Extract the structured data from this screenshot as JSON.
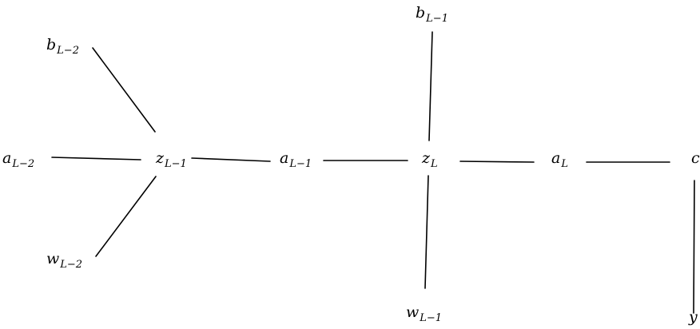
{
  "nodes": [
    {
      "id": "b_Lm2",
      "var": "b",
      "sub": "L−2"
    },
    {
      "id": "a_Lm2",
      "var": "a",
      "sub": "L−2"
    },
    {
      "id": "w_Lm2",
      "var": "w",
      "sub": "L−2"
    },
    {
      "id": "z_Lm1",
      "var": "z",
      "sub": "L−1"
    },
    {
      "id": "a_Lm1",
      "var": "a",
      "sub": "L−1"
    },
    {
      "id": "b_Lm1",
      "var": "b",
      "sub": "L−1"
    },
    {
      "id": "z_L",
      "var": "z",
      "sub": "L"
    },
    {
      "id": "w_Lm1",
      "var": "w",
      "sub": "L−1"
    },
    {
      "id": "a_L",
      "var": "a",
      "sub": "L"
    },
    {
      "id": "c",
      "var": "c",
      "sub": ""
    },
    {
      "id": "y",
      "var": "y",
      "sub": ""
    }
  ],
  "edges": [
    [
      "b_Lm2",
      "z_Lm1"
    ],
    [
      "a_Lm2",
      "z_Lm1"
    ],
    [
      "w_Lm2",
      "z_Lm1"
    ],
    [
      "z_Lm1",
      "a_Lm1"
    ],
    [
      "a_Lm1",
      "z_L"
    ],
    [
      "b_Lm1",
      "z_L"
    ],
    [
      "w_Lm1",
      "z_L"
    ],
    [
      "z_L",
      "a_L"
    ],
    [
      "a_L",
      "c"
    ],
    [
      "y",
      "c"
    ]
  ]
}
